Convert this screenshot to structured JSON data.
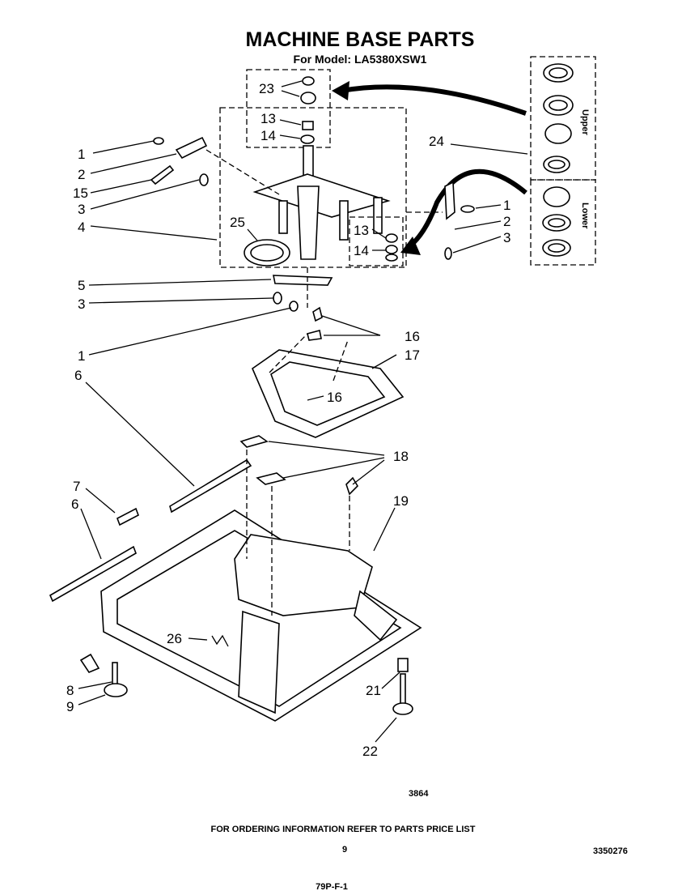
{
  "header": {
    "title": "MACHINE BASE PARTS",
    "model_line": "For Model: LA5380XSW1"
  },
  "insets": {
    "upper_label": "Upper",
    "lower_label": "Lower"
  },
  "callouts": {
    "c23": "23",
    "c13a": "13",
    "c14a": "14",
    "c1a": "1",
    "c2a": "2",
    "c15": "15",
    "c3a": "3",
    "c4": "4",
    "c25": "25",
    "c24": "24",
    "c1b": "1",
    "c2b": "2",
    "c3b": "3",
    "c13b": "13",
    "c14b": "14",
    "c5": "5",
    "c3c": "3",
    "c1c": "1",
    "c16a": "16",
    "c17": "17",
    "c16b": "16",
    "c6a": "6",
    "c18": "18",
    "c7": "7",
    "c6b": "6",
    "c19": "19",
    "c26": "26",
    "c8": "8",
    "c9": "9",
    "c21": "21",
    "c22": "22"
  },
  "footer": {
    "figure_number": "3864",
    "ordering_note": "FOR ORDERING INFORMATION REFER TO PARTS PRICE LIST",
    "page_number": "9",
    "part_number": "3350276",
    "date_code": "79P-F-1"
  }
}
